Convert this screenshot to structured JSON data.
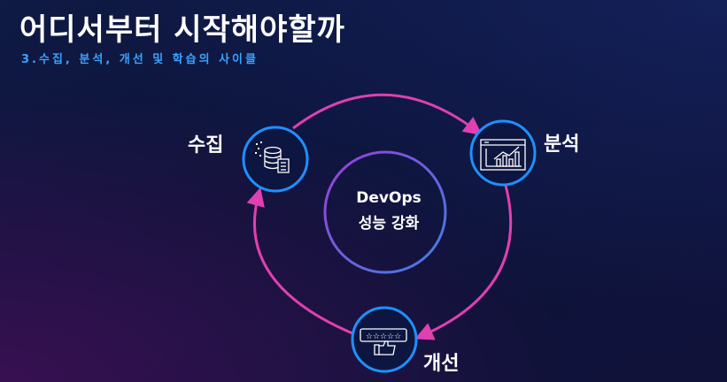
{
  "header": {
    "title": "어디서부터 시작해야할까",
    "subtitle": "3.수집, 분석, 개선 및 학습의 사이클"
  },
  "cycle": {
    "center_line1": "DevOps",
    "center_line2": "성능 강화",
    "nodes": [
      {
        "label": "수집",
        "icon": "database-icon"
      },
      {
        "label": "분석",
        "icon": "analytics-chart-icon"
      },
      {
        "label": "개선",
        "icon": "thumbs-up-rating-icon"
      }
    ]
  },
  "colors": {
    "accent_blue": "#3aa3ff",
    "ring_pink": "#e040b0",
    "node_blue": "#1e90ff"
  }
}
